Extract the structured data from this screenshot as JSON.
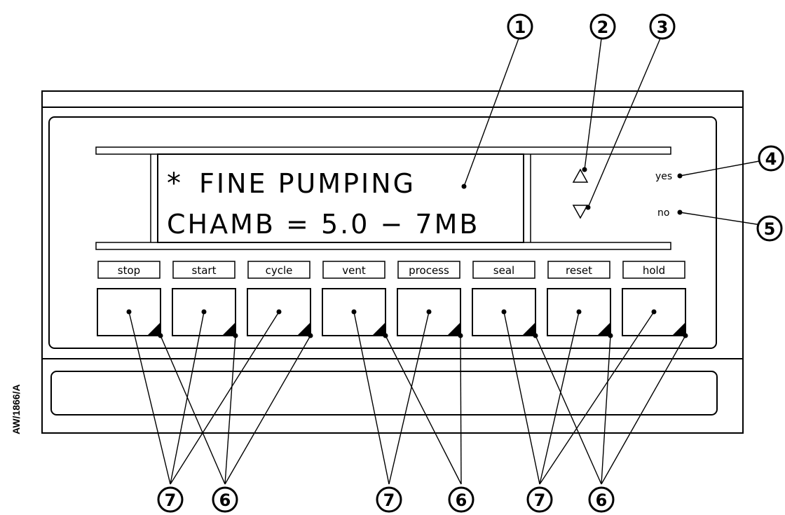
{
  "display": {
    "mark": "*",
    "line1": "FINE PUMPING",
    "line2": "CHAMB = 5.0 − 7MB"
  },
  "indicators": {
    "yes_label": "yes",
    "no_label": "no"
  },
  "keys": [
    {
      "label": "stop"
    },
    {
      "label": "start"
    },
    {
      "label": "cycle"
    },
    {
      "label": "vent"
    },
    {
      "label": "process"
    },
    {
      "label": "seal"
    },
    {
      "label": "reset"
    },
    {
      "label": "hold"
    }
  ],
  "callouts": {
    "display": "1",
    "up_arrow": "2",
    "down_arrow": "3",
    "yes": "4",
    "no": "5",
    "key_led": "6",
    "key_button": "7"
  },
  "drawing_ref": "AW/1866/A",
  "icons": {
    "up": "triangle-up-icon",
    "down": "triangle-down-icon",
    "led": "led-indicator-icon"
  }
}
